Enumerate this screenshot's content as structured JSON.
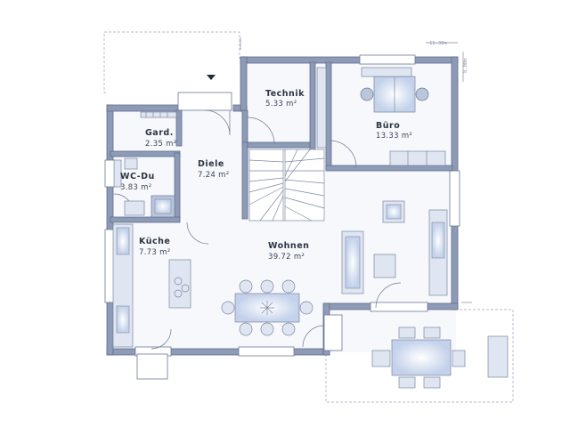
{
  "rooms": [
    {
      "name": "Technik",
      "area": "5.33 m²"
    },
    {
      "name": "Büro",
      "area": "13.33 m²"
    },
    {
      "name": "Gard.",
      "area": "2.35 m²"
    },
    {
      "name": "Diele",
      "area": "7.24 m²"
    },
    {
      "name": "WC-Du",
      "area": "3.83 m²"
    },
    {
      "name": "Küche",
      "area": "7.73 m²"
    },
    {
      "name": "Wohnen",
      "area": "39.72 m²"
    }
  ],
  "dimensions": {
    "width": "11.30m",
    "depth": "8.00m"
  },
  "colors": {
    "wall": "#8e9bb7",
    "furniture": "#dfe6f2",
    "floor": "#f7f8fb"
  }
}
